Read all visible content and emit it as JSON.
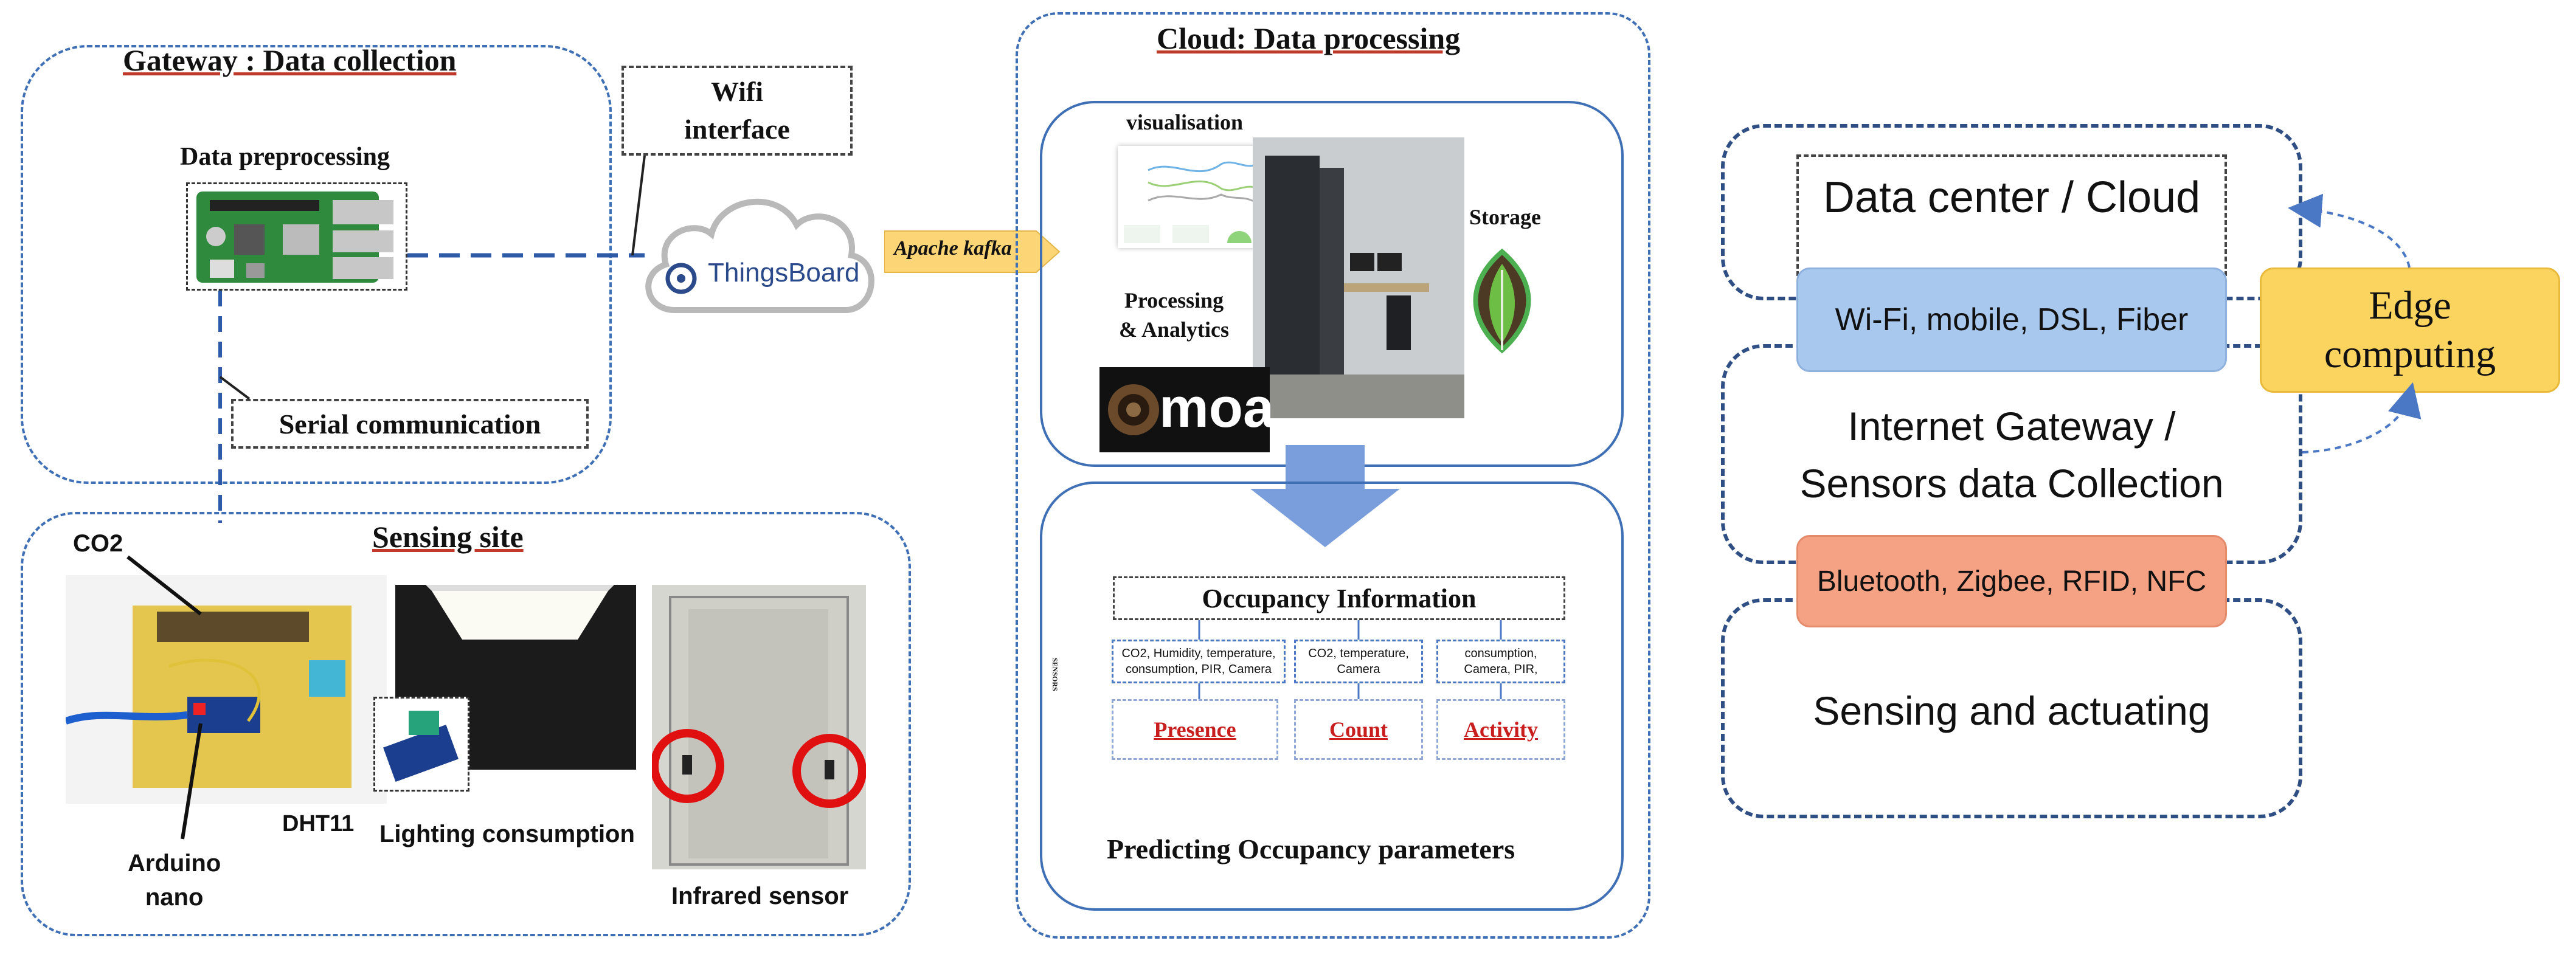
{
  "gateway": {
    "title": "Gateway : Data collection",
    "preprocessing_label": "Data preprocessing",
    "wifi_label_line1": "Wifi",
    "wifi_label_line2": "interface",
    "serial_label": "Serial communication"
  },
  "thingsboard_label": "ThingsBoard",
  "kafka_label": "Apache kafka",
  "cloud": {
    "title": "Cloud: Data processing",
    "visualisation_label": "visualisation",
    "storage_label": "Storage",
    "processing_label_line1": "Processing",
    "processing_label_line2": "& Analytics",
    "moa_label": "moa"
  },
  "occupancy": {
    "header": "Occupancy Information",
    "side_label": "SENSORS",
    "columns": [
      {
        "sensors_line1": "CO2, Humidity, temperature,",
        "sensors_line2": "consumption, PIR, Camera",
        "output": "Presence"
      },
      {
        "sensors_line1": "CO2, temperature,",
        "sensors_line2": "Camera",
        "output": "Count"
      },
      {
        "sensors_line1": "consumption,",
        "sensors_line2": "Camera, PIR,",
        "output": "Activity"
      }
    ],
    "caption": "Predicting Occupancy parameters"
  },
  "sensing": {
    "title": "Sensing site",
    "co2_label": "CO2",
    "arduino_label_line1": "Arduino",
    "arduino_label_line2": "nano",
    "dht_label": "DHT11",
    "lighting_label": "Lighting consumption",
    "infrared_label": "Infrared sensor"
  },
  "architecture": {
    "datacenter": "Data center / Cloud",
    "wan": "Wi-Fi, mobile, DSL, Fiber",
    "gateway_line1": "Internet Gateway /",
    "gateway_line2": "Sensors data Collection",
    "pan": "Bluetooth, Zigbee, RFID, NFC",
    "sensing": "Sensing and actuating",
    "edge_line1": "Edge",
    "edge_line2": "computing"
  },
  "colors": {
    "group_border": "#3f6fb5",
    "underline": "#c0392b",
    "output_red": "#c81e1e",
    "wan_fill": "#a9c8ee",
    "pan_fill": "#f4a184",
    "edge_fill": "#fbd45f",
    "kafka_fill": "#fcd577"
  }
}
